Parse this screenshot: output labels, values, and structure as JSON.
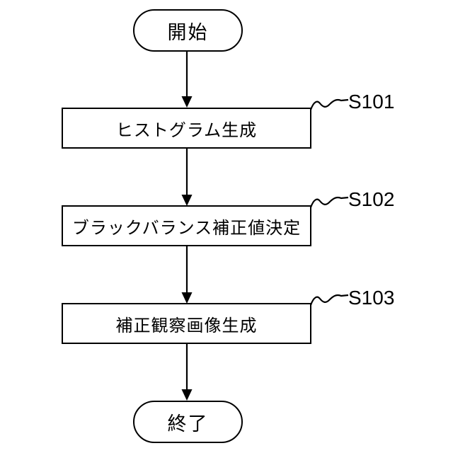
{
  "diagram": {
    "title": "black-balance-correction-flowchart",
    "start": {
      "label": "開始"
    },
    "steps": [
      {
        "id": "S101",
        "label": "ヒストグラム生成"
      },
      {
        "id": "S102",
        "label": "ブラックバランス補正値決定"
      },
      {
        "id": "S103",
        "label": "補正観察画像生成"
      }
    ],
    "end": {
      "label": "終了"
    },
    "colors": {
      "line": "#000000",
      "background": "#ffffff",
      "box_fill": "#ffffff",
      "text": "#000000"
    }
  }
}
